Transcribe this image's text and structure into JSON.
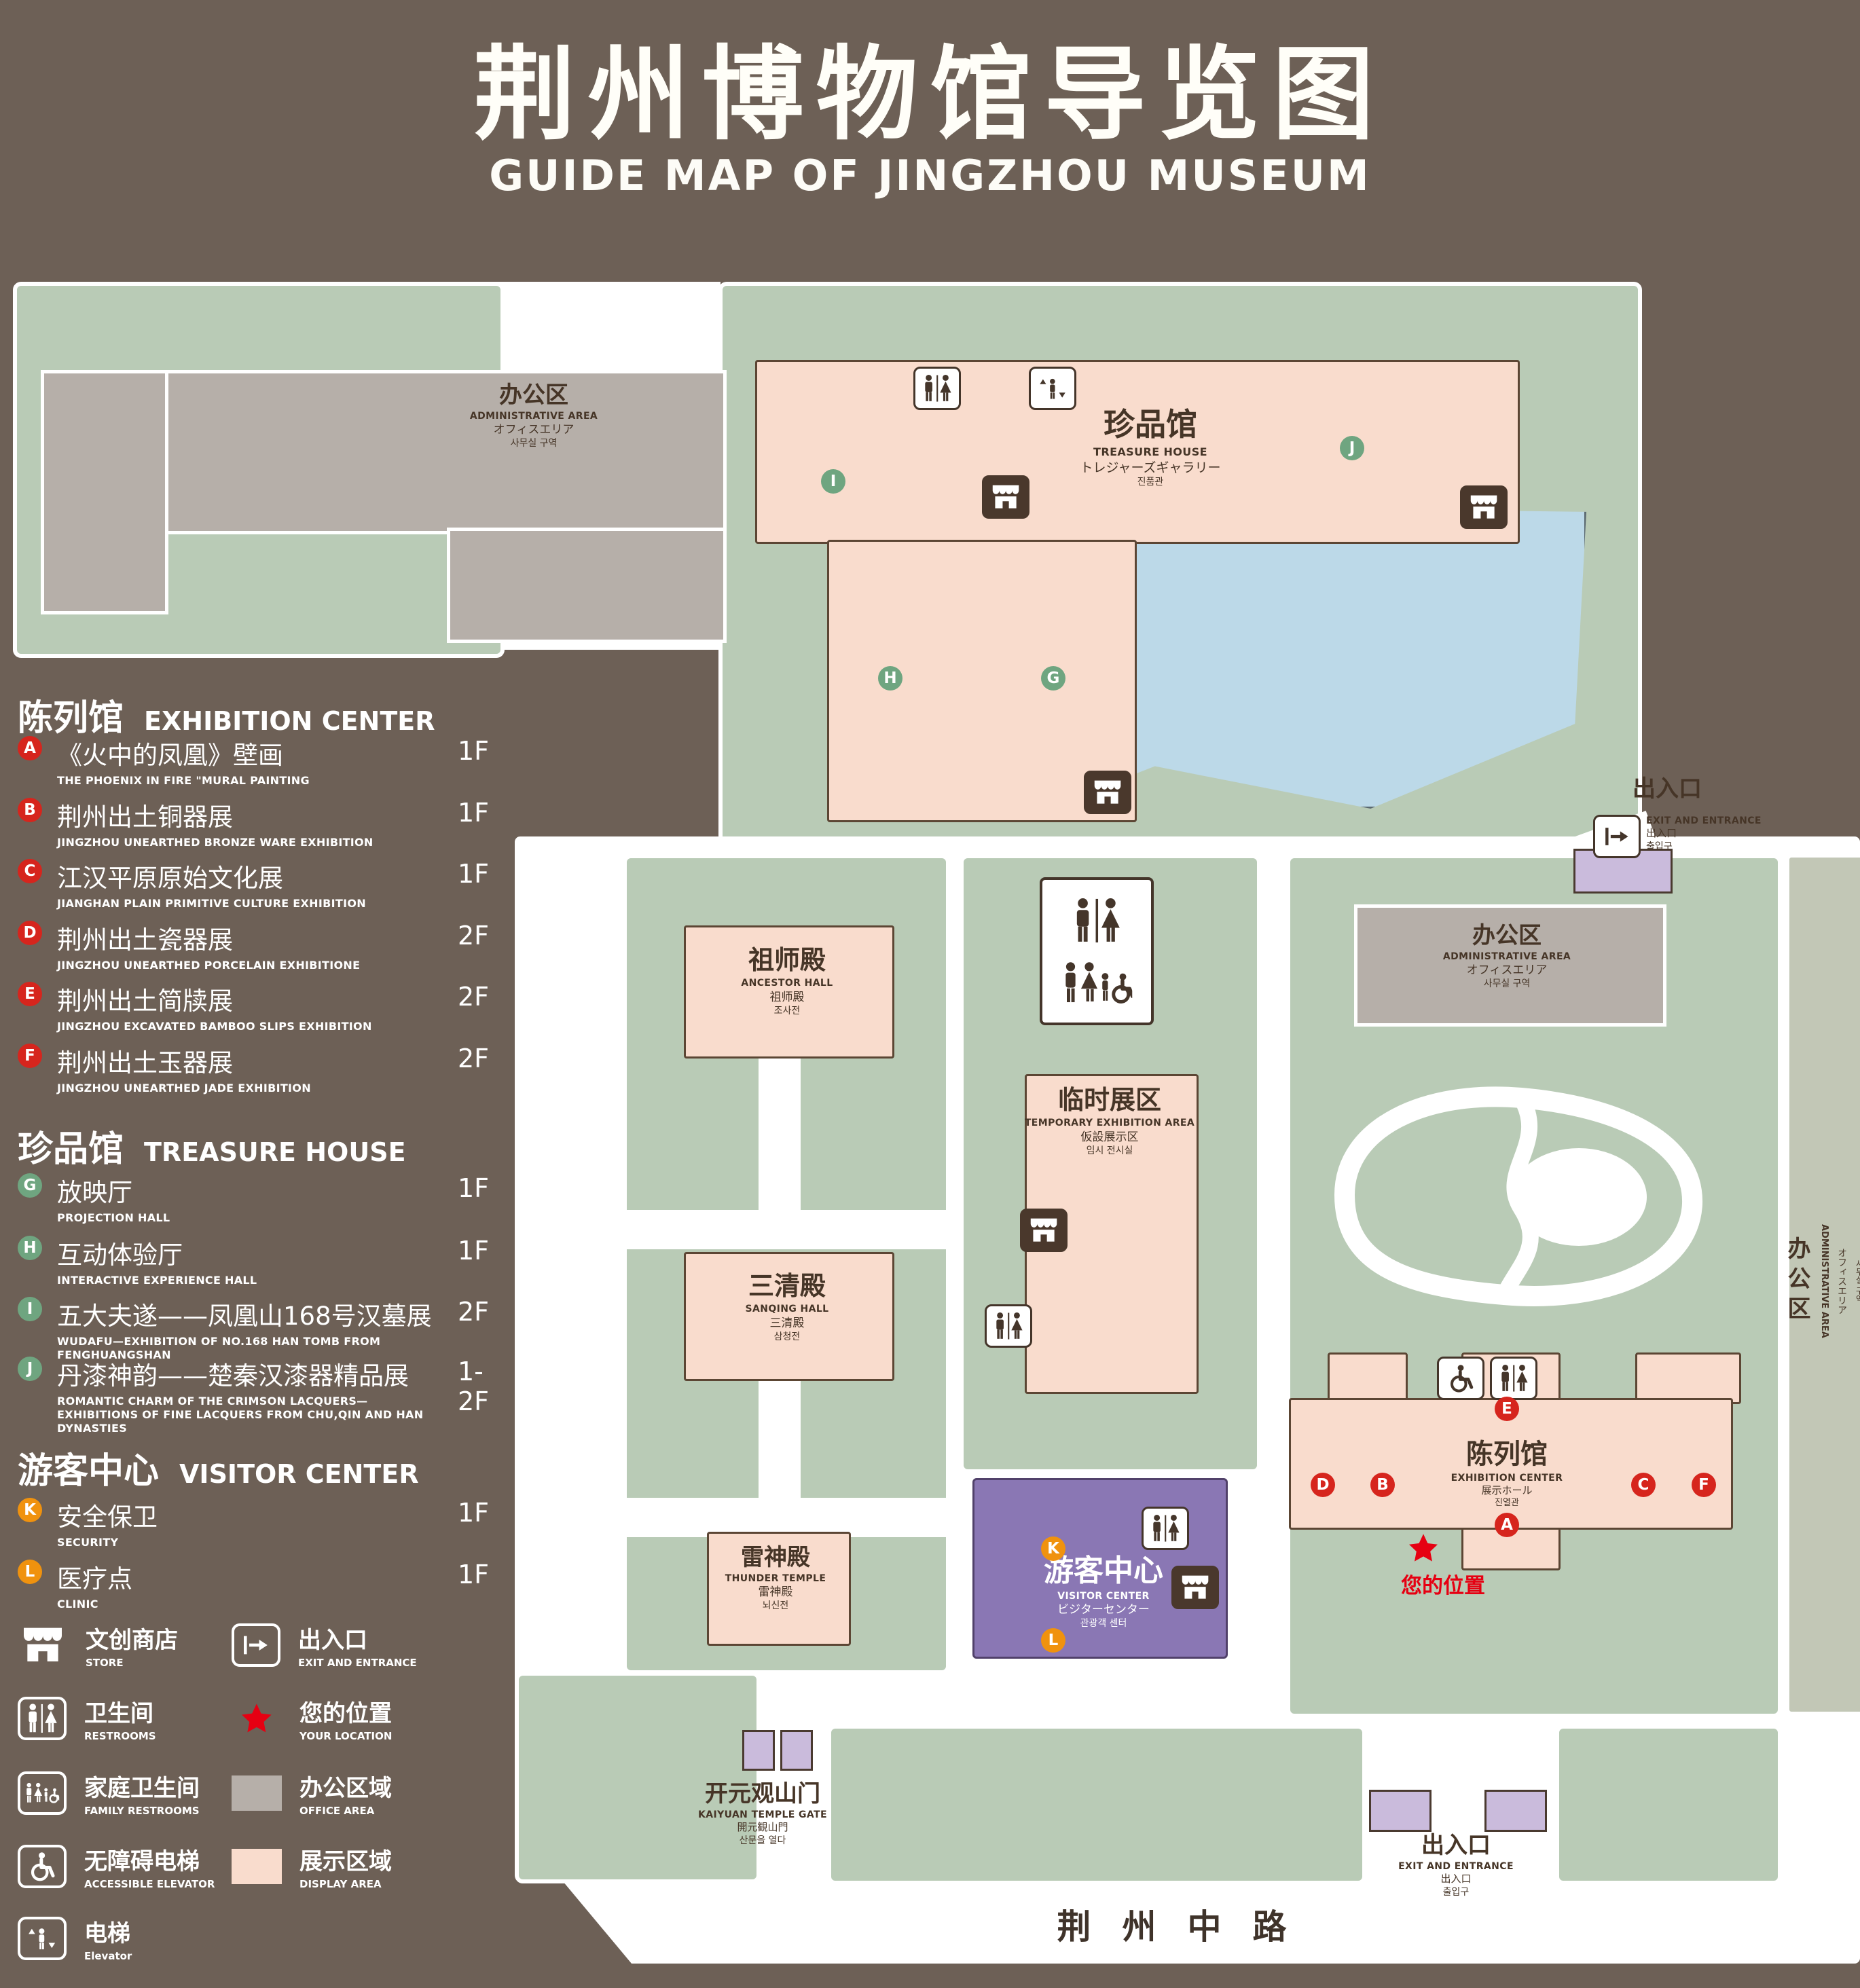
{
  "title": {
    "zh": "荆州博物馆导览图",
    "en": "GUIDE MAP OF JINGZHOU MUSEUM"
  },
  "legend": {
    "sections": [
      {
        "zh": "陈列馆",
        "en": "EXHIBITION CENTER",
        "items": [
          {
            "letter": "A",
            "zh": "《火中的凤凰》壁画",
            "en": "THE PHOENIX IN FIRE \"MURAL PAINTING",
            "floor": "1F"
          },
          {
            "letter": "B",
            "zh": "荆州出土铜器展",
            "en": "JINGZHOU UNEARTHED BRONZE WARE EXHIBITION",
            "floor": "1F"
          },
          {
            "letter": "C",
            "zh": "江汉平原原始文化展",
            "en": "JIANGHAN PLAIN PRIMITIVE CULTURE EXHIBITION",
            "floor": "1F"
          },
          {
            "letter": "D",
            "zh": "荆州出土瓷器展",
            "en": "JINGZHOU UNEARTHED PORCELAIN EXHIBITIONE",
            "floor": "2F"
          },
          {
            "letter": "E",
            "zh": "荆州出土简牍展",
            "en": "JINGZHOU EXCAVATED BAMBOO SLIPS EXHIBITION",
            "floor": "2F"
          },
          {
            "letter": "F",
            "zh": "荆州出土玉器展",
            "en": "JINGZHOU UNEARTHED JADE EXHIBITION",
            "floor": "2F"
          }
        ]
      },
      {
        "zh": "珍品馆",
        "en": "TREASURE HOUSE",
        "items": [
          {
            "letter": "G",
            "zh": "放映厅",
            "en": "PROJECTION HALL",
            "floor": "1F"
          },
          {
            "letter": "H",
            "zh": "互动体验厅",
            "en": "INTERACTIVE EXPERIENCE HALL",
            "floor": "1F"
          },
          {
            "letter": "I",
            "zh": "五大夫遂——凤凰山168号汉墓展",
            "en": "WUDAFU—EXHIBITION OF NO.168 HAN TOMB FROM FENGHUANGSHAN",
            "floor": "2F"
          },
          {
            "letter": "J",
            "zh": "丹漆神韵——楚秦汉漆器精品展",
            "en": "ROMANTIC CHARM OF THE CRIMSON LACQUERS—EXHIBITIONS OF FINE LACQUERS FROM CHU,QIN AND HAN DYNASTIES",
            "floor": "1-2F"
          }
        ]
      },
      {
        "zh": "游客中心",
        "en": "VISITOR CENTER",
        "items": [
          {
            "letter": "K",
            "zh": "安全保卫",
            "en": "SECURITY",
            "floor": "1F"
          },
          {
            "letter": "L",
            "zh": "医疗点",
            "en": "CLINIC",
            "floor": "1F"
          }
        ]
      }
    ],
    "symbols_left": [
      {
        "icon": "store-icon",
        "zh": "文创商店",
        "en": "STORE"
      },
      {
        "icon": "restroom-icon",
        "zh": "卫生间",
        "en": "RESTROOMS"
      },
      {
        "icon": "family-restroom-icon",
        "zh": "家庭卫生间",
        "en": "FAMILY RESTROOMS"
      },
      {
        "icon": "accessible-elevator-icon",
        "zh": "无障碍电梯",
        "en": "ACCESSIBLE ELEVATOR"
      },
      {
        "icon": "elevator-icon",
        "zh": "电梯",
        "en": "Elevator"
      }
    ],
    "symbols_right": [
      {
        "icon": "exit-icon",
        "zh": "出入口",
        "en": "EXIT AND ENTRANCE"
      },
      {
        "icon": "location-star-icon",
        "zh": "您的位置",
        "en": "YOUR LOCATION"
      },
      {
        "icon": "office-area-swatch",
        "zh": "办公区域",
        "en": "OFFICE AREA"
      },
      {
        "icon": "display-area-swatch",
        "zh": "展示区域",
        "en": "DISPLAY AREA"
      }
    ]
  },
  "map": {
    "admin_nw": {
      "zh": "办公区",
      "en": "ADMINISTRATIVE AREA",
      "jp": "オフィスエリア",
      "kr": "사무실 구역"
    },
    "treasure": {
      "zh": "珍品馆",
      "en": "TREASURE HOUSE",
      "jp": "トレジャーズギャラリー",
      "kr": "진품관"
    },
    "exit_ne": {
      "zh": "出入口",
      "en": "EXIT AND ENTRANCE",
      "jp": "出入口",
      "kr": "출입구"
    },
    "admin_e": {
      "zh": "办公区",
      "en": "ADMINISTRATIVE AREA",
      "jp": "オフィスエリア",
      "kr": "사무실 구역"
    },
    "admin_strip": {
      "zh": "办公区",
      "en": "ADMINISTRATIVE AREA",
      "jp": "オフィスエリア",
      "kr": "사무실 구역"
    },
    "ancestor": {
      "zh": "祖师殿",
      "en": "ANCESTOR HALL",
      "jp": "祖师殿",
      "kr": "조사전"
    },
    "temporary": {
      "zh": "临时展区",
      "en": "TEMPORARY EXHIBITION AREA",
      "jp": "仮設展示区",
      "kr": "임시 전시실"
    },
    "sanqing": {
      "zh": "三清殿",
      "en": "SANQING HALL",
      "jp": "三清殿",
      "kr": "삼청전"
    },
    "thunder": {
      "zh": "雷神殿",
      "en": "THUNDER TEMPLE",
      "jp": "雷神殿",
      "kr": "뇌신전"
    },
    "visitor": {
      "zh": "游客中心",
      "en": "VISITOR CENTER",
      "jp": "ビジターセンター",
      "kr": "관광객 센터"
    },
    "exhibition": {
      "zh": "陈列馆",
      "en": "EXHIBITION CENTER",
      "jp": "展示ホール",
      "kr": "진열관"
    },
    "gate": {
      "zh": "开元观山门",
      "en": "KAIYUAN TEMPLE GATE",
      "jp": "開元観山門",
      "kr": "산문을 열다"
    },
    "exit_s": {
      "zh": "出入口",
      "en": "EXIT AND ENTRANCE",
      "jp": "出入口",
      "kr": "출입구"
    },
    "road": "荆州中路",
    "your_location": "您的位置",
    "markers": {
      "a": "A",
      "b": "B",
      "c": "C",
      "d": "D",
      "e": "E",
      "f": "F",
      "g": "G",
      "h": "H",
      "i": "I",
      "j": "J",
      "k": "K",
      "l": "L"
    }
  },
  "colors": {
    "background": "#6d6056",
    "lawn": "#b9cbb6",
    "display_area": "#f9dccd",
    "office_area": "#b6afa9",
    "pond": "#bcd9e8",
    "visitor_center": "#8a77b4",
    "entrance": "#cabbdc",
    "marker_red": "#d6251d",
    "marker_green": "#6fa580",
    "marker_orange": "#f0920e",
    "location_red": "#e60012"
  }
}
